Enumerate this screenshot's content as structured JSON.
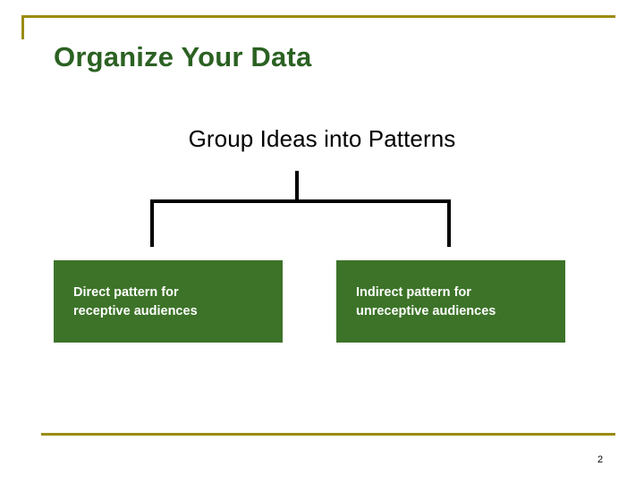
{
  "slide": {
    "title": "Organize Your Data",
    "subtitle": "Group Ideas into Patterns",
    "page_number": "2",
    "accent_rule_color": "#9a8b13",
    "title_color": "#2b6122",
    "box_color": "#3c7328",
    "boxes": [
      {
        "id": "direct-pattern",
        "line1": "Direct pattern for",
        "line2": "receptive audiences"
      },
      {
        "id": "indirect-pattern",
        "line1": "Indirect pattern for",
        "line2": "unreceptive audiences"
      }
    ]
  }
}
